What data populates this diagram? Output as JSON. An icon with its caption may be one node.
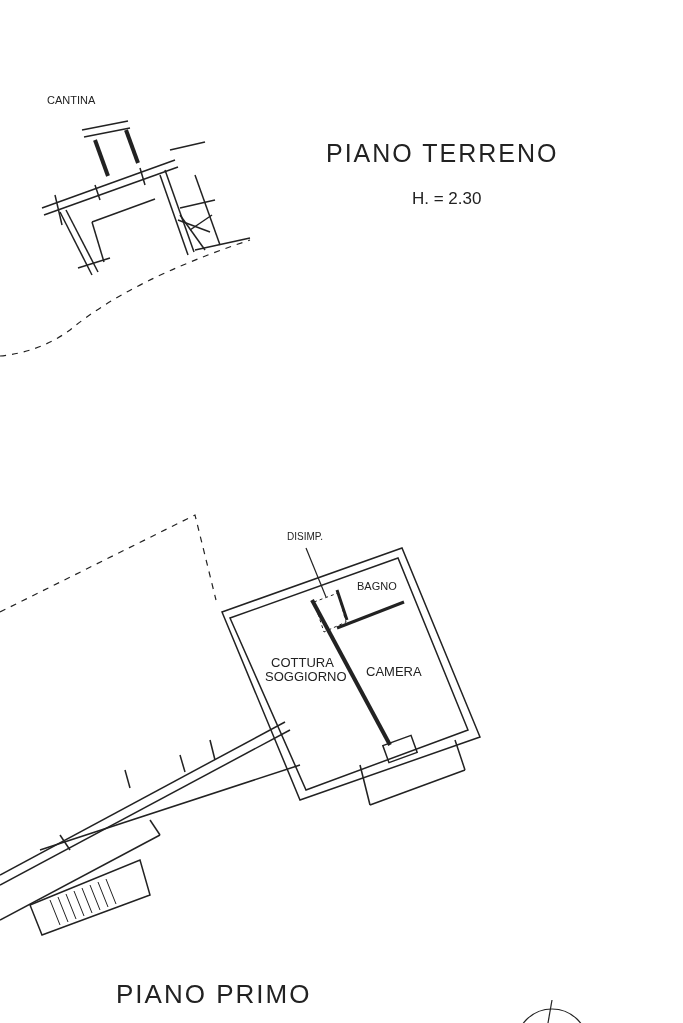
{
  "diagram": {
    "nodes": [
      {
        "text": [
          "DISIMP."
        ]
      },
      {
        "text": [],
        "shape": "box"
      }
    ],
    "edges": [
      {
        "from": 0,
        "to": 1,
        "arrow": "none"
      }
    ],
    "labels": [
      "CANTINA",
      "PIANO TERRENO",
      "H. = 2.30",
      "BAGNO",
      "COTTURA SOGGIORNO",
      "CAMERA",
      "PIANO PRIMO"
    ]
  }
}
